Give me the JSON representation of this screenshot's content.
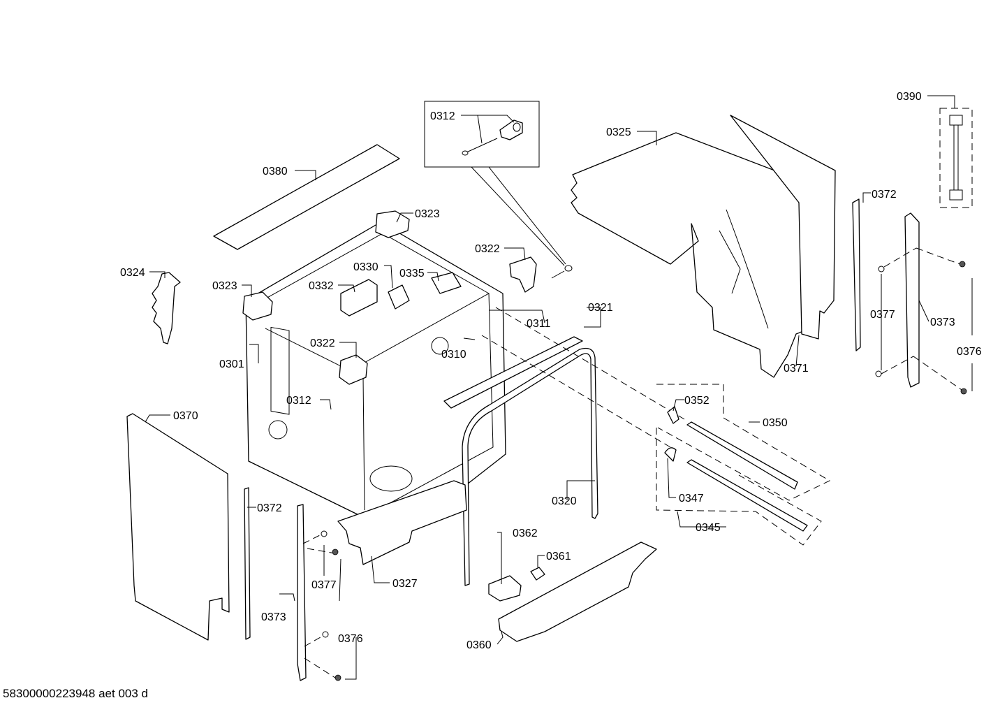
{
  "labels": {
    "p0390": "0390",
    "p0312_box": "0312",
    "p0325": "0325",
    "p0380": "0380",
    "p0323_top": "0323",
    "p0322_top": "0322",
    "p0372_right": "0372",
    "p0324": "0324",
    "p0330": "0330",
    "p0335": "0335",
    "p0332": "0332",
    "p0323_left": "0323",
    "p0311": "0311",
    "p0321": "0321",
    "p0377_right": "0377",
    "p0373_right": "0373",
    "p0376_right": "0376",
    "p0322_mid": "0322",
    "p0310": "0310",
    "p0301": "0301",
    "p0371": "0371",
    "p0352": "0352",
    "p0312_mid": "0312",
    "p0350": "0350",
    "p0370": "0370",
    "p0372_left": "0372",
    "p0320": "0320",
    "p0347": "0347",
    "p0345": "0345",
    "p0362": "0362",
    "p0361": "0361",
    "p0377_left": "0377",
    "p0327": "0327",
    "p0373_left": "0373",
    "p0376_left": "0376",
    "p0360": "0360"
  },
  "footer": "58300000223948 aet 003 d"
}
